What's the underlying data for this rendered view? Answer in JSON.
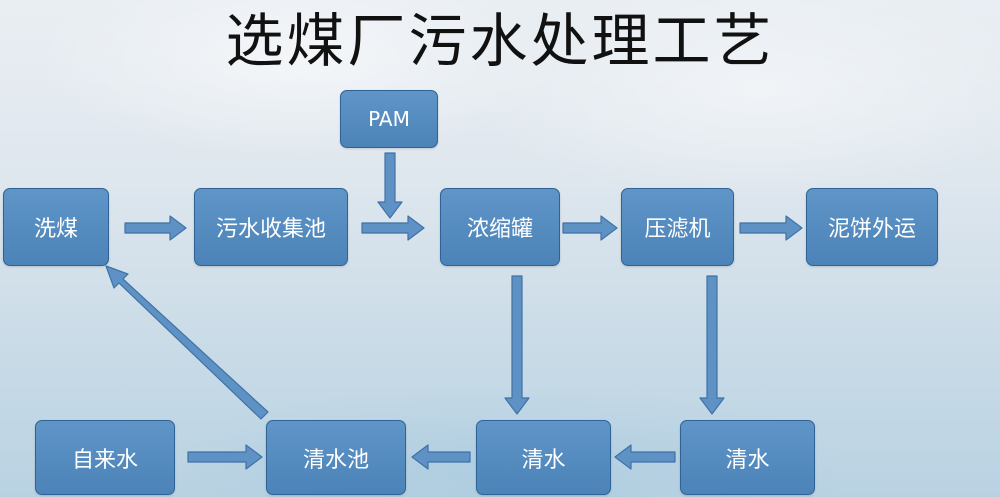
{
  "title": "选煤厂污水处理工艺",
  "nodes": {
    "pam": "PAM",
    "wash": "洗煤",
    "collect": "污水收集池",
    "thick": "浓缩罐",
    "press": "压滤机",
    "cake": "泥饼外运",
    "tap": "自来水",
    "clear_pool": "清水池",
    "clear1": "清水",
    "clear2": "清水"
  },
  "edges": [
    [
      "wash",
      "collect"
    ],
    [
      "collect",
      "thick"
    ],
    [
      "pam",
      "thick"
    ],
    [
      "thick",
      "press"
    ],
    [
      "press",
      "cake"
    ],
    [
      "thick",
      "clear1"
    ],
    [
      "press",
      "clear2"
    ],
    [
      "clear2",
      "clear1"
    ],
    [
      "clear1",
      "clear_pool"
    ],
    [
      "tap",
      "clear_pool"
    ],
    [
      "clear_pool",
      "wash"
    ]
  ],
  "colors": {
    "node_fill": "#5589bd",
    "node_border": "#2f6396",
    "arrow": "#5f92c4",
    "arrow_outline": "#3f72a6",
    "title": "#111111"
  }
}
